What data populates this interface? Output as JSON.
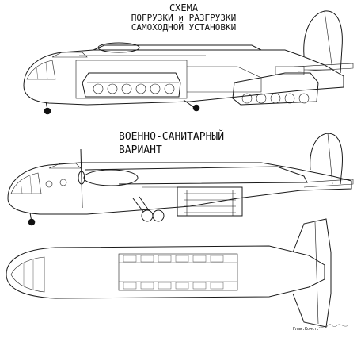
{
  "title": {
    "line1": "СХЕМА",
    "line2": "ПОГРУЗКИ и РАЗГРУЗКИ",
    "line3": "САМОХОДНОЙ УСТАНОВКИ"
  },
  "variant_title": {
    "line1": "ВОЕННО-САНИТАРНЫЙ",
    "line2": "ВАРИАНТ"
  },
  "signature": "Глав.Конст."
}
